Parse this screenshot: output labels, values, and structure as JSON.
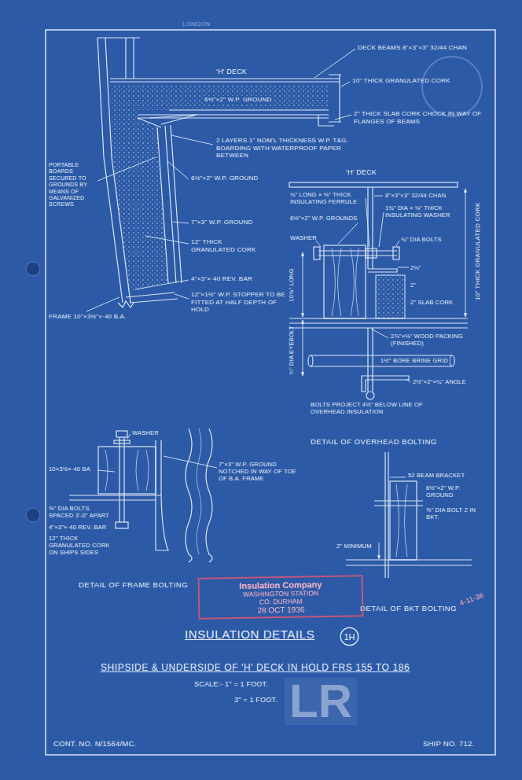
{
  "diagram": {
    "title": "INSULATION DETAILS",
    "caption": "SHIPSIDE & UNDERSIDE OF 'H' DECK IN HOLD FRS 155 TO 186",
    "nodes": [
      {
        "text": [
          "Insulation Company",
          "WASHINGTON STATION",
          "CO. DURHAM",
          "28 OCT 1936"
        ]
      },
      {
        "text": [
          "1H"
        ]
      }
    ],
    "labels": [
      "LONDON",
      "'H' DECK",
      "DECK BEAMS 8\"×3\"×3\" 32/44 CHAN",
      "10\" THICK GRANULATED CORK",
      "6½\"×2\" W.P. GROUND",
      "2\" THICK SLAB CORK CHOCK IN WAY OF FLANGES OF BEAMS",
      "PORTABLE BOARDS SECURED TO GROUNDS BY MEANS OF GALVANIZED SCREWS",
      "2 LAYERS 1\" NOM'L THICKNESS W.P. T&G. BOARDING WITH WATERPROOF PAPER BETWEEN",
      "6½\"×2\" W.P. GROUND",
      "7\"×3\" W.P. GROUND",
      "12\" THICK GRANULATED CORK",
      "4\"×3\"×·40 REV. BAR",
      "12\"×1½\" W.P. STOPPER TO BE FITTED AT HALF DEPTH OF HOLD",
      "FRAME 10\"×3½\"×·40 B.A.",
      "'H' DECK",
      "¾\" LONG × ⅛\" THICK INSULATING FERRULE",
      "8\"×3\"×3\" 32/44 CHAN",
      "6½\"×2\" W.P. GROUNDS",
      "1¾\" DIA × ⅛\" THICK INSULATING WASHER",
      "WASHER",
      "¾\" DIA BOLTS",
      "10\" THICK GRANULATED CORK",
      "10⅝\" LONG",
      "2⅛\"",
      "2\"",
      "2\" SLAB CORK",
      "¾\" DIA EYEBOLT",
      "2⅞\"×⅛\" WOOD PACKING (FINISHED)",
      "1½\" BORE BRINE GRID",
      "2½\"×2\"×¼\" ANGLE",
      "BOLTS PROJECT 4½\" BELOW LINE OF OVERHEAD INSULATION",
      "DETAIL OF OVERHEAD BOLTING",
      "WASHER",
      "10×3½×·40 BA",
      "⅝\" DIA BOLTS SPACED 3'-0\" APART",
      "4\"×3\"×·40 REV. BAR",
      "12\" THICK GRANULATED CORK ON SHIPS SIDES",
      "7\"×3\" W.P. GROUND NOTCHED IN WAY OF TOE OF B.A. FRAME",
      "DETAIL OF FRAME BOLTING",
      "52 BEAM BRACKET",
      "6½\"×2\" W.P. GROUND",
      "⅝\" DIA BOLT 2 IN BKT.",
      "2\" MINIMUM",
      "DETAIL OF BKT BOLTING",
      "4-11-36",
      "SCALE:- 1\" = 1 FOOT.",
      "3\" = 1 FOOT.",
      "CONT. NO. N/1564/MC.",
      "SHIP NO. 712.",
      "LR"
    ]
  }
}
